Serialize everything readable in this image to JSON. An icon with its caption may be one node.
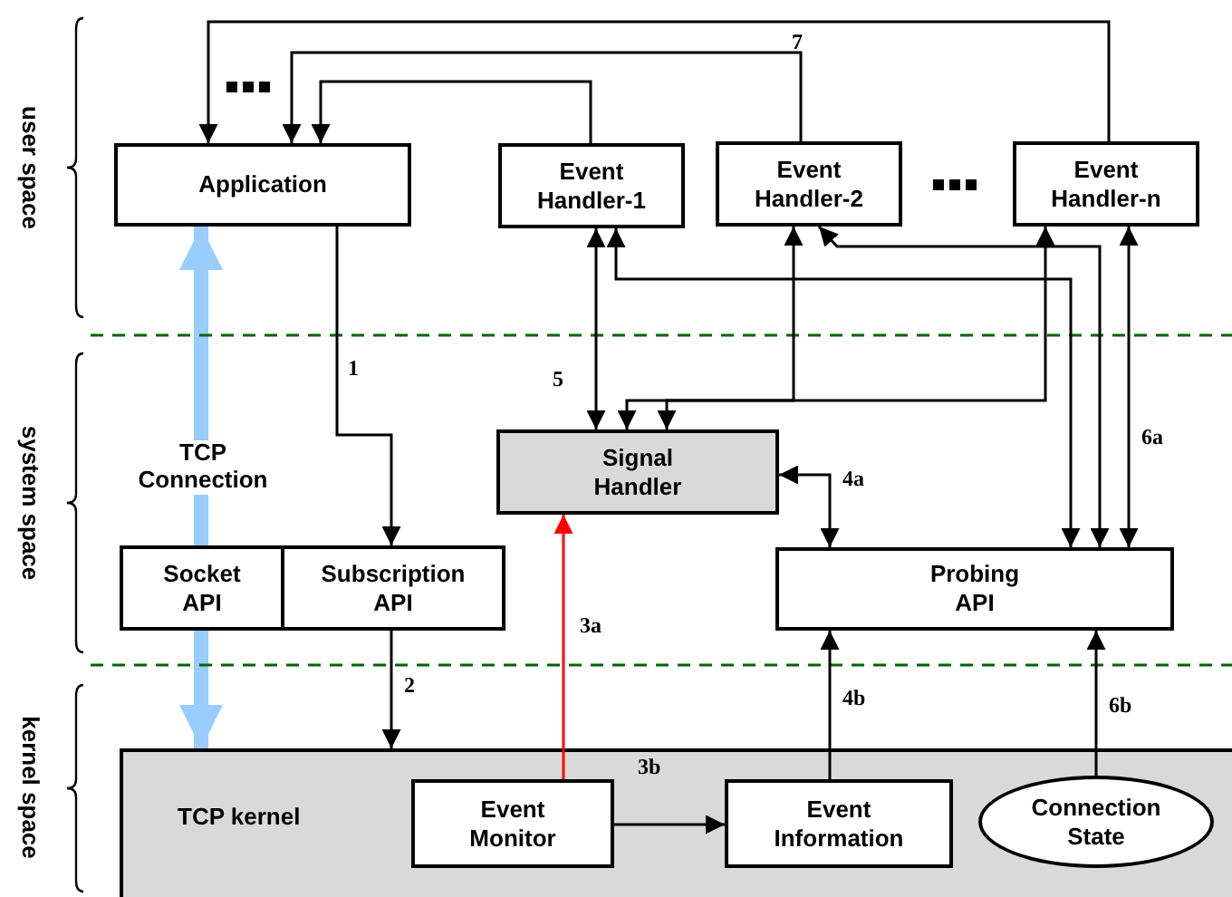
{
  "diagram": {
    "nodes": [
      {
        "text": [
          "Application"
        ]
      },
      {
        "text": [
          "Event Handler-1"
        ]
      },
      {
        "text": [
          "Event Handler-2"
        ]
      },
      {
        "text": [
          "Event Handler-n"
        ]
      },
      {
        "text": [
          "Signal Handler"
        ]
      },
      {
        "text": [
          "Socket API"
        ]
      },
      {
        "text": [
          "Subscription API"
        ]
      },
      {
        "text": [
          "Probing API"
        ]
      },
      {
        "text": [
          "TCP kernel"
        ]
      },
      {
        "text": [
          "Event Monitor"
        ],
        "in": 8
      },
      {
        "text": [
          "Event Information"
        ],
        "in": 8
      },
      {
        "text": [
          "Connection State"
        ],
        "in": 8
      }
    ],
    "edges": [
      {
        "from": 3,
        "to": 0,
        "arrow": "to",
        "label": "7"
      },
      {
        "from": 2,
        "to": 0,
        "arrow": "to"
      },
      {
        "from": 1,
        "to": 0,
        "arrow": "to"
      },
      {
        "from": 0,
        "to": 6,
        "arrow": "to",
        "label": "1"
      },
      {
        "from": 6,
        "to": 8,
        "arrow": "to",
        "label": "2"
      },
      {
        "from": 5,
        "to": 0,
        "arrow": "to",
        "label": "TCP Connection",
        "style": "thick",
        "color": "#99ccff"
      },
      {
        "from": 9,
        "to": 4,
        "arrow": "to",
        "label": "3a",
        "color": "#ff0000"
      },
      {
        "from": 9,
        "to": 10,
        "arrow": "to",
        "label": "3b"
      },
      {
        "from": 4,
        "to": 7,
        "arrow": "both",
        "label": "4a"
      },
      {
        "from": 10,
        "to": 7,
        "arrow": "to",
        "label": "4b"
      },
      {
        "from": 11,
        "to": 7,
        "arrow": "to",
        "label": "6b"
      },
      {
        "from": 1,
        "to": 4,
        "arrow": "both",
        "label": "5"
      },
      {
        "from": 1,
        "to": 7,
        "arrow": "both"
      },
      {
        "from": 2,
        "to": 4,
        "arrow": "both"
      },
      {
        "from": 2,
        "to": 7,
        "arrow": "both"
      },
      {
        "from": 3,
        "to": 4,
        "arrow": "both"
      },
      {
        "from": 3,
        "to": 7,
        "arrow": "both",
        "label": "6a"
      },
      {
        "from": 5,
        "to": 8,
        "arrow": "to",
        "style": "thick",
        "color": "#99ccff"
      }
    ],
    "labels": [
      "user space",
      "system space",
      "kernel space"
    ]
  }
}
